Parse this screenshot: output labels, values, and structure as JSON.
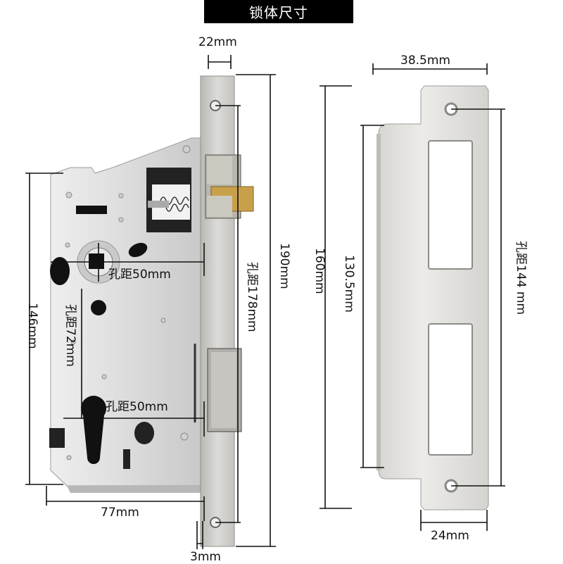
{
  "title": "锁体尺寸",
  "lock_body": {
    "faceplate_width": "22mm",
    "body_depth": "77mm",
    "faceplate_thickness": "3mm",
    "body_height": "146mm",
    "faceplate_height": "190mm",
    "faceplate_hole_spacing": "孔距178mm",
    "spindle_backset": "孔距50mm",
    "cylinder_backset": "孔距50mm",
    "spindle_to_cylinder": "孔距72mm"
  },
  "strike_plate": {
    "width": "38.5mm",
    "height": "160mm",
    "lip_height": "130.5mm",
    "hole_spacing": "孔距144 mm",
    "bottom_width": "24mm"
  },
  "colors": {
    "title_bg": "#000000",
    "title_text": "#ffffff",
    "metal": "#d9d9d9",
    "metal_dark": "#a9a9a5",
    "brass": "#c9a04a",
    "line": "#111111"
  }
}
